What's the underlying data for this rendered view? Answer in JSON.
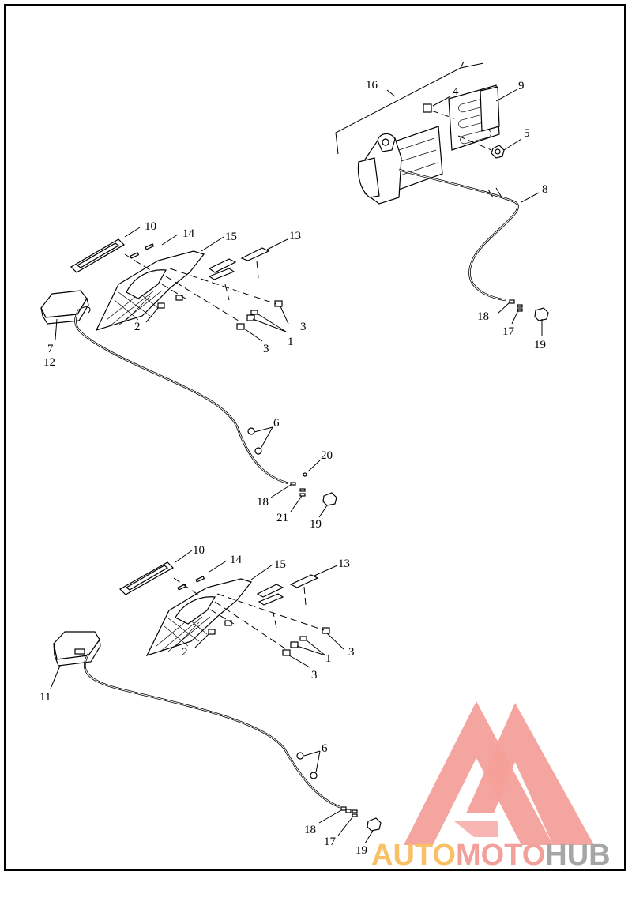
{
  "diagram": {
    "callouts": {
      "a1": "1",
      "a2": "2",
      "a3a": "3",
      "a3b": "3",
      "a6": "6",
      "a7": "7",
      "a10": "10",
      "a12": "12",
      "a13": "13",
      "a14": "14",
      "a15": "15",
      "a18": "18",
      "a19": "19",
      "a20": "20",
      "a21": "21",
      "b4": "4",
      "b5": "5",
      "b8": "8",
      "b9": "9",
      "b16": "16",
      "b17": "17",
      "b18": "18",
      "b19": "19",
      "c1": "1",
      "c2": "2",
      "c3a": "3",
      "c3b": "3",
      "c6": "6",
      "c10": "10",
      "c11": "11",
      "c13": "13",
      "c14": "14",
      "c15": "15",
      "c17": "17",
      "c18": "18",
      "c19": "19"
    }
  },
  "watermark": {
    "part1": "AUTO",
    "part2": "MOTO",
    "part3": "HUB",
    "colors": {
      "red": "#ee4438",
      "orange": "#f9a11b",
      "gray": "#8a8a8a"
    }
  }
}
